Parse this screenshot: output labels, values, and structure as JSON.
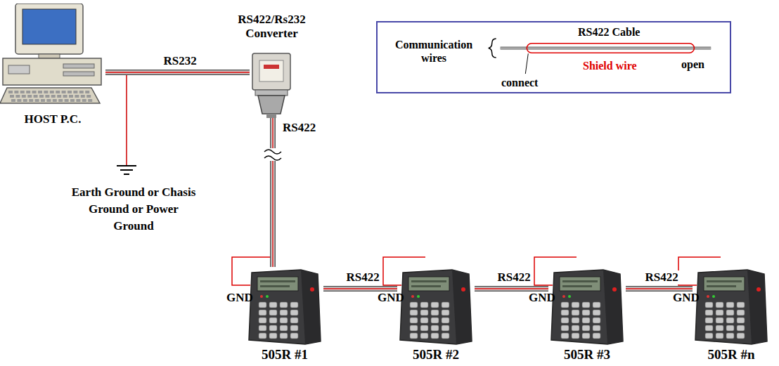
{
  "diagram": {
    "nodes": [
      {
        "text": [
          "HOST P.C."
        ]
      },
      {
        "text": [
          "RS422/Rs232 Converter"
        ]
      },
      {
        "text": [
          "505R #1"
        ]
      },
      {
        "text": [
          "505R #2"
        ]
      },
      {
        "text": [
          "505R #3"
        ]
      },
      {
        "text": [
          "505R #n"
        ]
      },
      {
        "text": [
          "RS422 Cable",
          "Communication wires",
          "Shield wire",
          "connect",
          "open"
        ]
      }
    ],
    "edges": [
      {
        "from": 0,
        "to": 1,
        "arrow": "none",
        "label": "RS232"
      },
      {
        "from": 1,
        "to": 2,
        "arrow": "none",
        "label": "RS422"
      },
      {
        "from": 2,
        "to": 3,
        "arrow": "none",
        "label": "RS422"
      },
      {
        "from": 3,
        "to": 4,
        "arrow": "none",
        "label": "RS422"
      },
      {
        "from": 4,
        "to": 5,
        "arrow": "none",
        "label": "RS422"
      }
    ],
    "labels": [
      "GND",
      "GND",
      "GND",
      "GND",
      "Earth Ground or Chasis Ground or Power Ground"
    ]
  }
}
